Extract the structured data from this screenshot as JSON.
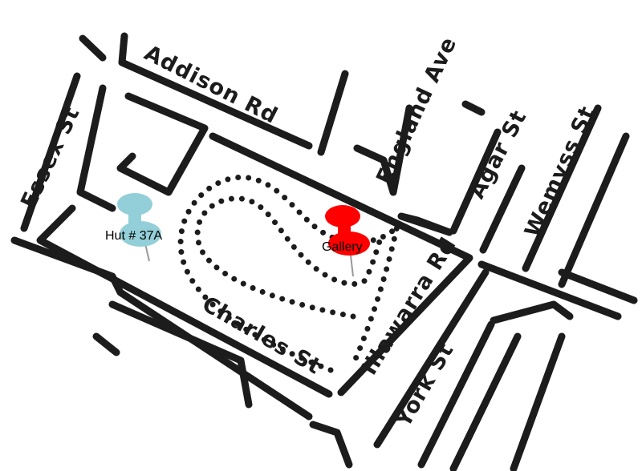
{
  "streets": {
    "addison": "Addison Rd",
    "england": "England Ave",
    "agar": "Agar St",
    "wemyss": "Wemyss St",
    "essex": "Essex St",
    "charles": "Charles St",
    "illawarra": "Illawarra Rd",
    "york": "York St"
  },
  "pins": [
    {
      "label": "Hut # 37A",
      "color": "#93cfd8",
      "icon": "pushpin-icon"
    },
    {
      "label": "Gallery",
      "color": "#ff0000",
      "icon": "pushpin-icon"
    }
  ]
}
